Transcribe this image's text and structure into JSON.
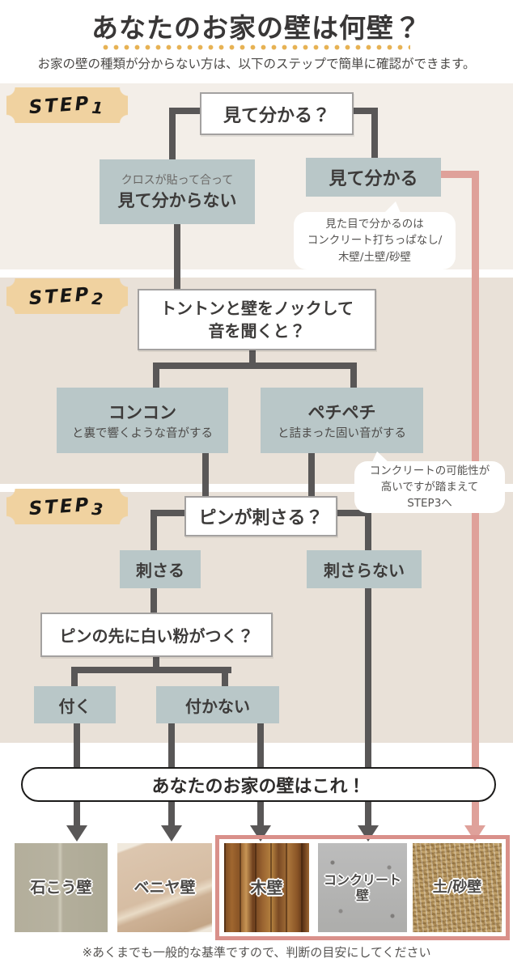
{
  "header": {
    "title": "あなたのお家の壁は何壁？",
    "subtitle": "お家の壁の種類が分からない方は、以下のステップで簡単に確認ができます。"
  },
  "steps": {
    "step1": {
      "badge": "STEP",
      "badge_num": "1",
      "question": "見て分かる？",
      "no_pre": "クロスが貼って合って",
      "no_label": "見て分からない",
      "yes_label": "見て分かる",
      "note_line1": "見た目で分かるのは",
      "note_line2": "コンクリート打ちっぱなし/",
      "note_line3": "木壁/土壁/砂壁"
    },
    "step2": {
      "badge": "STEP",
      "badge_num": "2",
      "question_line1": "トントンと壁をノックして",
      "question_line2": "音を聞くと？",
      "left_title": "コンコン",
      "left_sub": "と裏で響くような音がする",
      "right_title": "ペチペチ",
      "right_sub": "と詰まった固い音がする",
      "note_line1": "コンクリートの可能性が",
      "note_line2": "高いですが踏まえて",
      "note_line3": "STEP3へ"
    },
    "step3": {
      "badge": "STEP",
      "badge_num": "3",
      "question1": "ピンが刺さる？",
      "answer_yes": "刺さる",
      "answer_no": "刺さらない",
      "question2": "ピンの先に白い粉がつく？",
      "answer2_yes": "付く",
      "answer2_no": "付かない"
    }
  },
  "result": {
    "banner": "あなたのお家の壁はこれ！",
    "walls": [
      {
        "label": "石こう壁"
      },
      {
        "label": "ベニヤ壁"
      },
      {
        "label": "木壁"
      },
      {
        "label": "コンクリート壁"
      },
      {
        "label": "土/砂壁"
      }
    ]
  },
  "footer": {
    "note": "※あくまでも一般的な基準ですので、判断の目安にしてください"
  },
  "colors": {
    "accent_dots": "#e7b254",
    "step_badge": "#f0d2a0",
    "section_light": "#f3eee8",
    "section_dark": "#e9e1d8",
    "answer_box": "#b9c7c8",
    "connector": "#595757",
    "highlight_pink": "#dfa19a",
    "group_frame": "#d9908a"
  }
}
